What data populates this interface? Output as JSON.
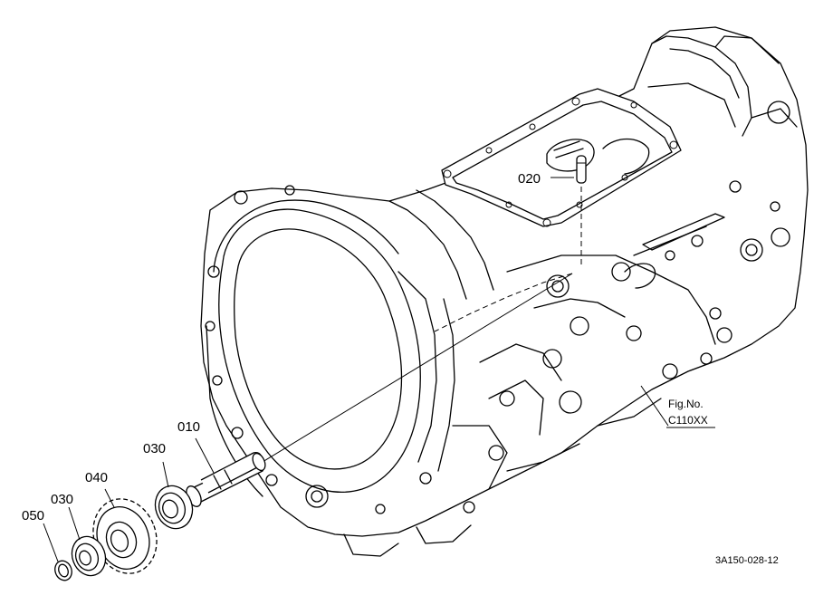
{
  "callouts": {
    "p010": "010",
    "p020": "020",
    "p030a": "030",
    "p030b": "030",
    "p040": "040",
    "p050": "050"
  },
  "figure": {
    "line1": "Fig.No.",
    "line2": "C110XX"
  },
  "drawing_id": "3A150-028-12"
}
